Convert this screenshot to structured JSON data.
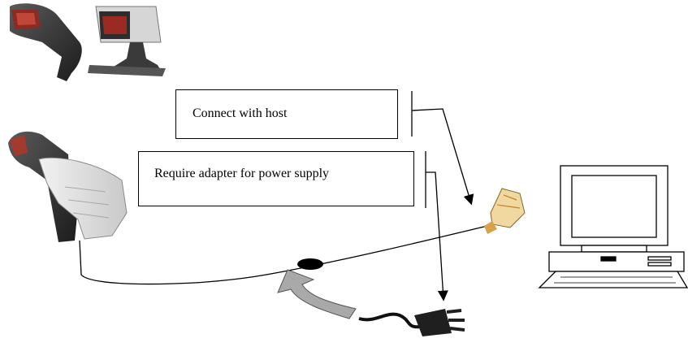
{
  "callouts": {
    "host": "Connect with host",
    "adapter": "Require adapter for power supply"
  },
  "devices": {
    "scanners_top": "barcode-scanners-group",
    "scanner_hand": "handheld-scanner-in-hand",
    "computer": "desktop-computer",
    "connector": "host-connector-plug",
    "power_plug": "power-adapter-plug",
    "cable_junction": "cable-junction-bead",
    "arrow": "curved-arrow"
  },
  "colors": {
    "line": "#000000",
    "arrow_fill": "#a9a9a9",
    "connector": "#d8a24a",
    "scanner_dark": "#2a2a2a",
    "scanner_red": "#b0302a"
  }
}
